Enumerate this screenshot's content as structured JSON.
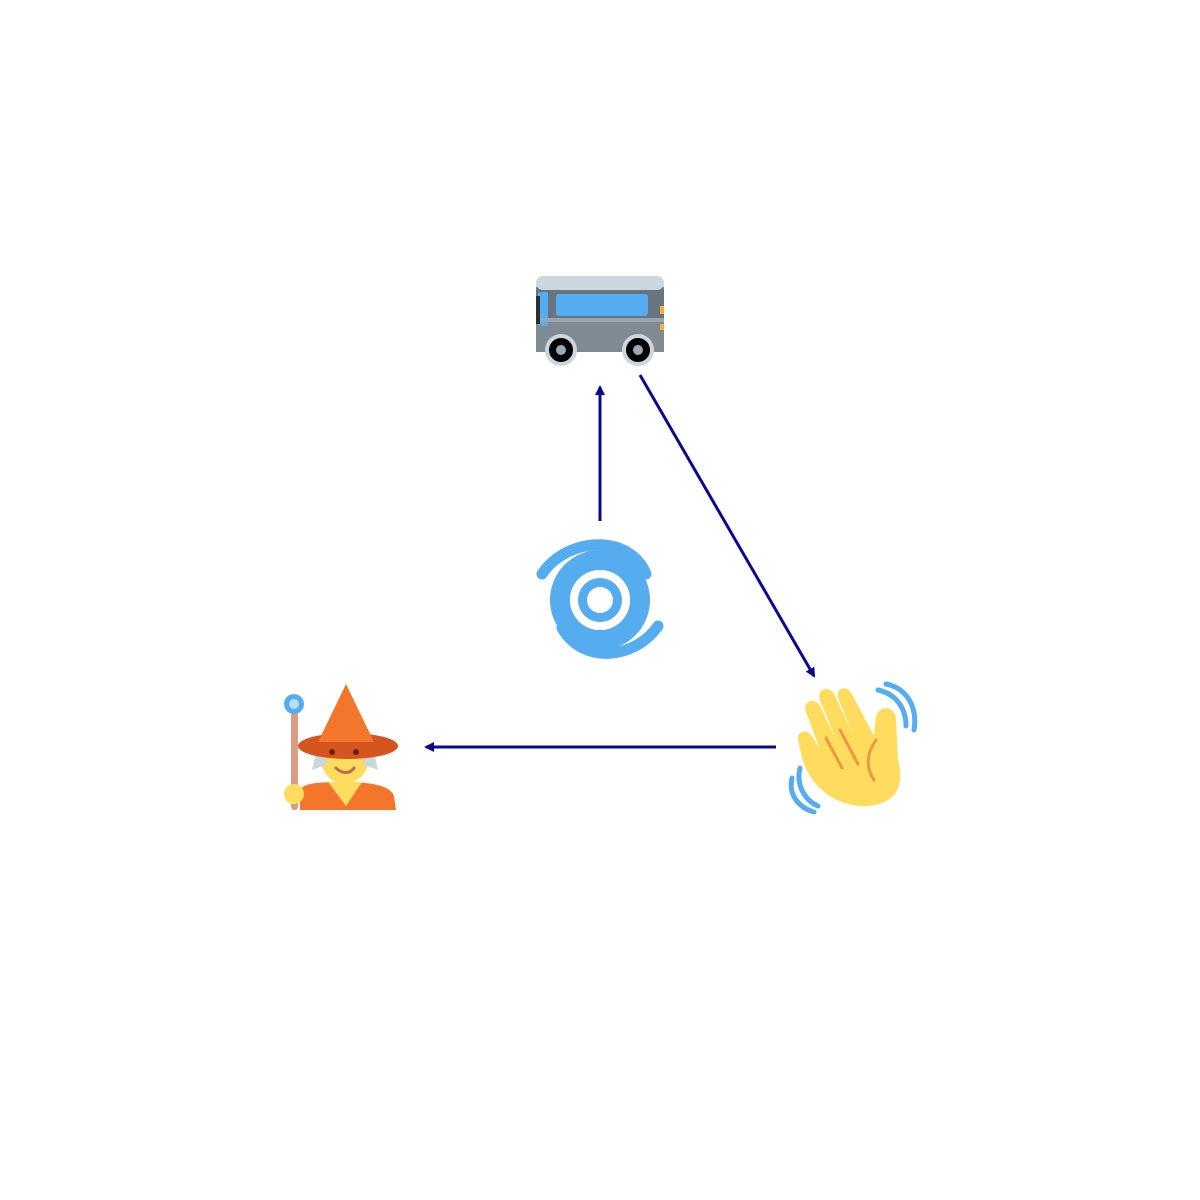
{
  "diagram": {
    "background": "#ffffff",
    "edge_color": "#0a0a8c",
    "nodes": [
      {
        "id": "cyclone",
        "icon": "cyclone-icon",
        "color": "#55acee"
      },
      {
        "id": "bus",
        "icon": "bus-icon",
        "color": "#66757f"
      },
      {
        "id": "waving-hand",
        "icon": "waving-hand-icon",
        "color": "#ffdc5d"
      },
      {
        "id": "mage",
        "icon": "mage-icon",
        "color": "#f4762d"
      }
    ],
    "edges": [
      {
        "from": "cyclone",
        "to": "bus"
      },
      {
        "from": "bus",
        "to": "waving-hand"
      },
      {
        "from": "waving-hand",
        "to": "mage"
      }
    ]
  }
}
